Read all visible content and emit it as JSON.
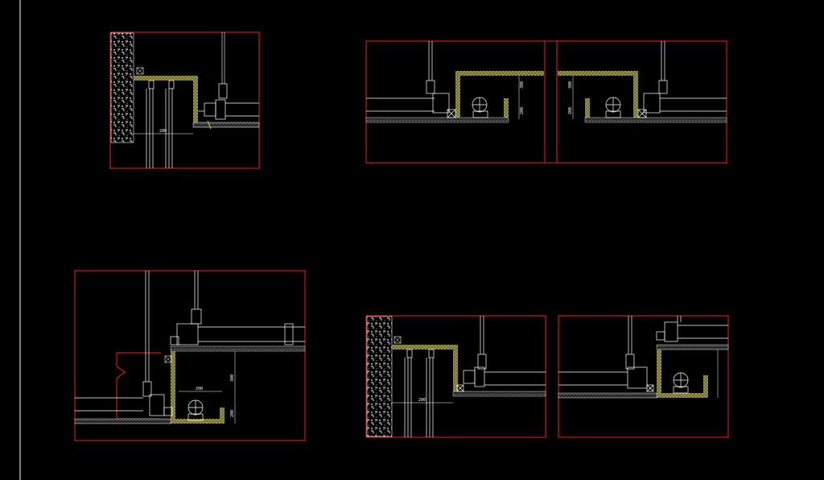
{
  "drawing": {
    "background": "#000000",
    "frame_color": "#ff1a1a",
    "line_color": "#ffffff",
    "insulation_color": "#d8d06a",
    "hatch_color": "#ffffff"
  },
  "details": {
    "detail_1": {
      "dim_a": "200"
    },
    "detail_2a": {
      "dim_v1": "300",
      "dim_v2": "200"
    },
    "detail_2b": {
      "dim_v1": "300",
      "dim_v2": "200"
    },
    "detail_3": {
      "dim_h": "200",
      "dim_v1": "300",
      "dim_v2": "200"
    },
    "detail_4": {
      "dim_h": "200"
    }
  }
}
